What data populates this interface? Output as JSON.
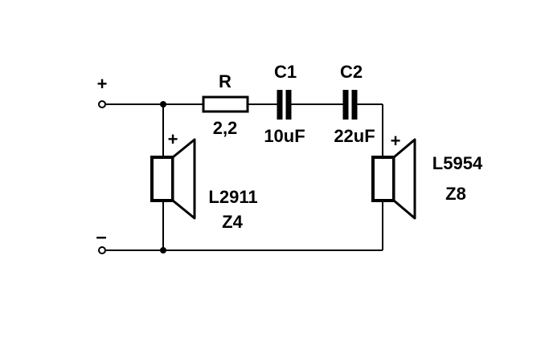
{
  "terminals": {
    "positive": "+",
    "negative": "–"
  },
  "resistor": {
    "name": "R",
    "value": "2,2"
  },
  "capacitor1": {
    "name": "C1",
    "value": "10uF"
  },
  "capacitor2": {
    "name": "C2",
    "value": "22uF"
  },
  "speaker1": {
    "polarity": "+",
    "model": "L2911",
    "impedance": "Z4"
  },
  "speaker2": {
    "polarity": "+",
    "model": "L5954",
    "impedance": "Z8"
  },
  "colors": {
    "ink": "#000000",
    "background": "#ffffff"
  }
}
